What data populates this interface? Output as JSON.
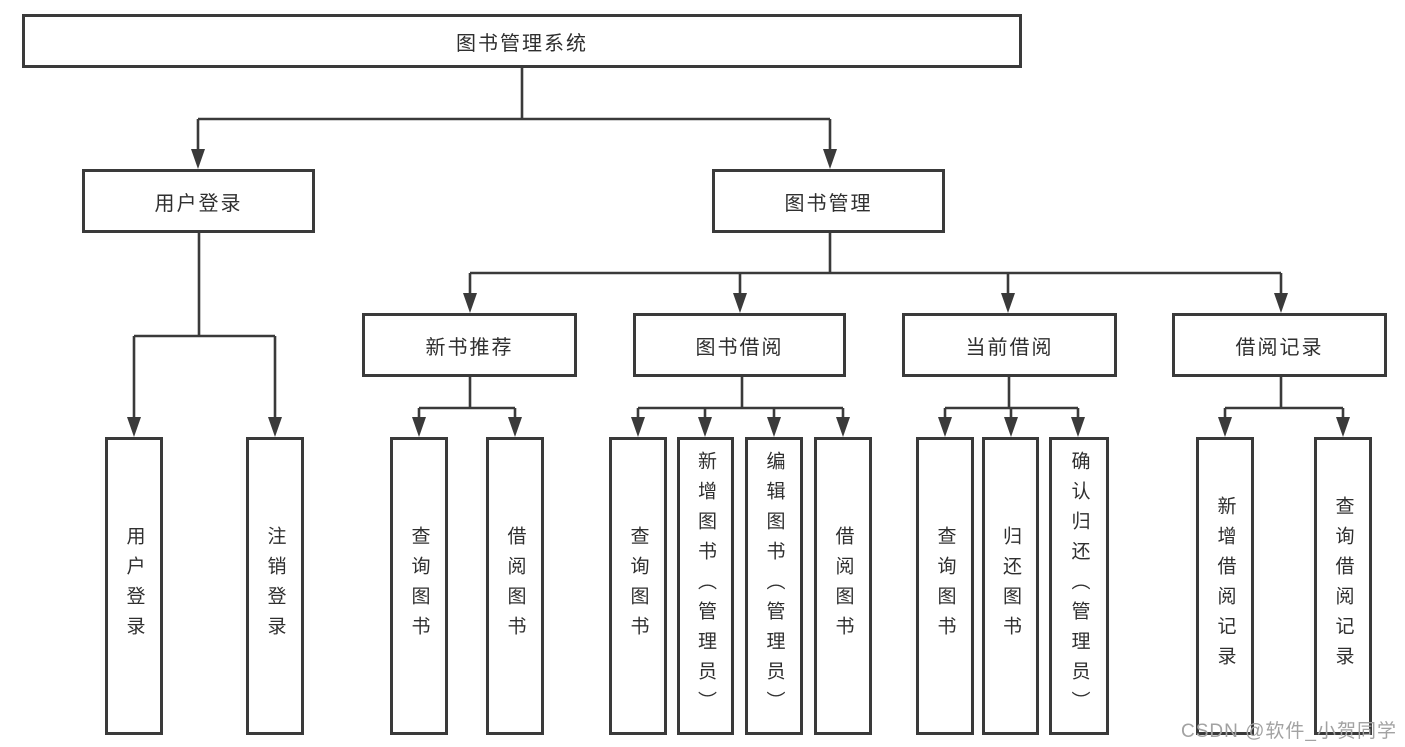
{
  "colors": {
    "line": "#3a3a3a",
    "border": "#3a3a3a",
    "text": "#2f2f2f",
    "watermark": "#a2a2a2",
    "background": "#ffffff"
  },
  "watermark": {
    "text": "CSDN @软件_小贺同学"
  },
  "tree": {
    "root": {
      "label": "图书管理系统"
    },
    "children": [
      {
        "label": "用户登录",
        "children": [
          {
            "label": "用户登录"
          },
          {
            "label": "注销登录"
          }
        ]
      },
      {
        "label": "图书管理",
        "children": [
          {
            "label": "新书推荐",
            "children": [
              {
                "label": "查询图书"
              },
              {
                "label": "借阅图书"
              }
            ]
          },
          {
            "label": "图书借阅",
            "children": [
              {
                "label": "查询图书"
              },
              {
                "label": "新增图书（管理员）"
              },
              {
                "label": "编辑图书（管理员）"
              },
              {
                "label": "借阅图书"
              }
            ]
          },
          {
            "label": "当前借阅",
            "children": [
              {
                "label": "查询图书"
              },
              {
                "label": "归还图书"
              },
              {
                "label": "确认归还（管理员）"
              }
            ]
          },
          {
            "label": "借阅记录",
            "children": [
              {
                "label": "新增借阅记录"
              },
              {
                "label": "查询借阅记录"
              }
            ]
          }
        ]
      }
    ]
  }
}
